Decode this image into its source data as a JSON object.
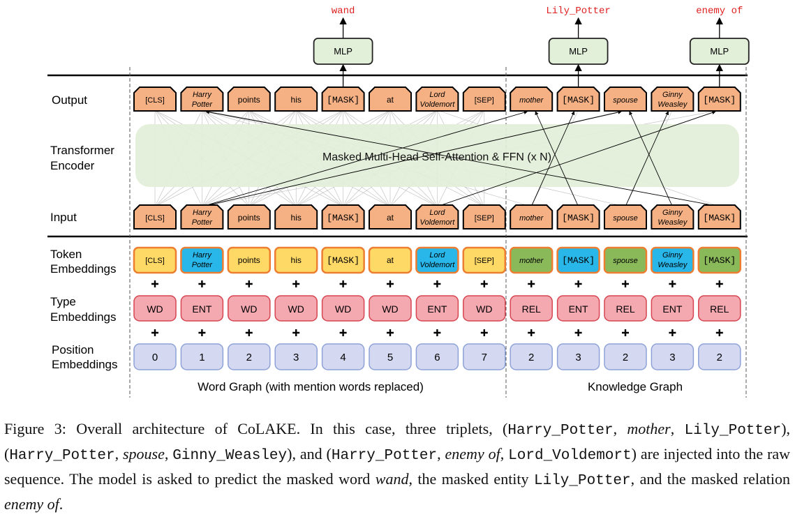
{
  "rows": {
    "output": "Output",
    "encoder_line1": "Transformer",
    "encoder_line2": "Encoder",
    "input": "Input",
    "token_line1": "Token",
    "token_line2": "Embeddings",
    "type_line1": "Type",
    "type_line2": "Embeddings",
    "position_line1": "Position",
    "position_line2": "Embeddings"
  },
  "encoder_text": "Masked Multi-Head Self-Attention & FFN (x N)",
  "mlp_label": "MLP",
  "predictions": [
    "wand",
    "Lily_Potter",
    "enemy of"
  ],
  "tokens": [
    {
      "line1": "[CLS]",
      "line2": "",
      "style": "small",
      "token_kind": "word",
      "type": "WD",
      "position": "0"
    },
    {
      "line1": "Harry",
      "line2": "Potter",
      "style": "italic",
      "token_kind": "entity",
      "type": "ENT",
      "position": "1"
    },
    {
      "line1": "points",
      "line2": "",
      "style": "normal",
      "token_kind": "word",
      "type": "WD",
      "position": "2"
    },
    {
      "line1": "his",
      "line2": "",
      "style": "normal",
      "token_kind": "word",
      "type": "WD",
      "position": "3"
    },
    {
      "line1": "[MASK]",
      "line2": "",
      "style": "mono",
      "token_kind": "word",
      "type": "WD",
      "position": "4"
    },
    {
      "line1": "at",
      "line2": "",
      "style": "normal",
      "token_kind": "word",
      "type": "WD",
      "position": "5"
    },
    {
      "line1": "Lord",
      "line2": "Voldemort",
      "style": "italic",
      "token_kind": "entity",
      "type": "ENT",
      "position": "6"
    },
    {
      "line1": "[SEP]",
      "line2": "",
      "style": "small",
      "token_kind": "word",
      "type": "WD",
      "position": "7"
    },
    {
      "line1": "mother",
      "line2": "",
      "style": "italic",
      "token_kind": "relation",
      "type": "REL",
      "position": "2"
    },
    {
      "line1": "[MASK]",
      "line2": "",
      "style": "mono",
      "token_kind": "entity",
      "type": "ENT",
      "position": "3"
    },
    {
      "line1": "spouse",
      "line2": "",
      "style": "italic",
      "token_kind": "relation",
      "type": "REL",
      "position": "2"
    },
    {
      "line1": "Ginny",
      "line2": "Weasley",
      "style": "italic",
      "token_kind": "entity",
      "type": "ENT",
      "position": "3"
    },
    {
      "line1": "[MASK]",
      "line2": "",
      "style": "mono",
      "token_kind": "relation",
      "type": "REL",
      "position": "2"
    }
  ],
  "section_labels": {
    "word_graph": "Word Graph (with mention words replaced)",
    "knowledge_graph": "Knowledge Graph"
  },
  "caption": {
    "label": "Figure 3:",
    "p1": "Overall architecture of CoLAKE. In this case, three triplets, (",
    "t1_head": "Harry_Potter",
    "sep1": ", ",
    "t1_rel": "mother",
    "sep2": ", ",
    "t1_tail": "Lily_Potter",
    "p2": "), (",
    "t2_head": "Harry_Potter",
    "sep3": ", ",
    "t2_rel": "spouse",
    "sep4": ", ",
    "t2_tail": "Ginny_Weasley",
    "p3": "), and (",
    "t3_head": "Harry_Potter",
    "sep5": ", ",
    "t3_rel": "enemy of",
    "sep6": ", ",
    "t3_tail": "Lord_Voldemort",
    "p4": ") are injected into the raw sequence. The model is asked to predict the masked word ",
    "w_word": "wand",
    "p5": ", the masked entity ",
    "w_entity": "Lily_Potter",
    "p6": ", and the masked relation ",
    "w_relation": "enemy of",
    "p7": "."
  },
  "colors": {
    "token_box": "#f5b183",
    "word_embedding": "#ffd966",
    "entity_embedding": "#29b6e8",
    "relation_embedding": "#8ab95a",
    "type_embedding": "#f4a8b0",
    "position_embedding": "#d4d8f0",
    "encoder": "#e3efd9",
    "mlp": "#e2efd9",
    "prediction_text": "#e02020"
  }
}
